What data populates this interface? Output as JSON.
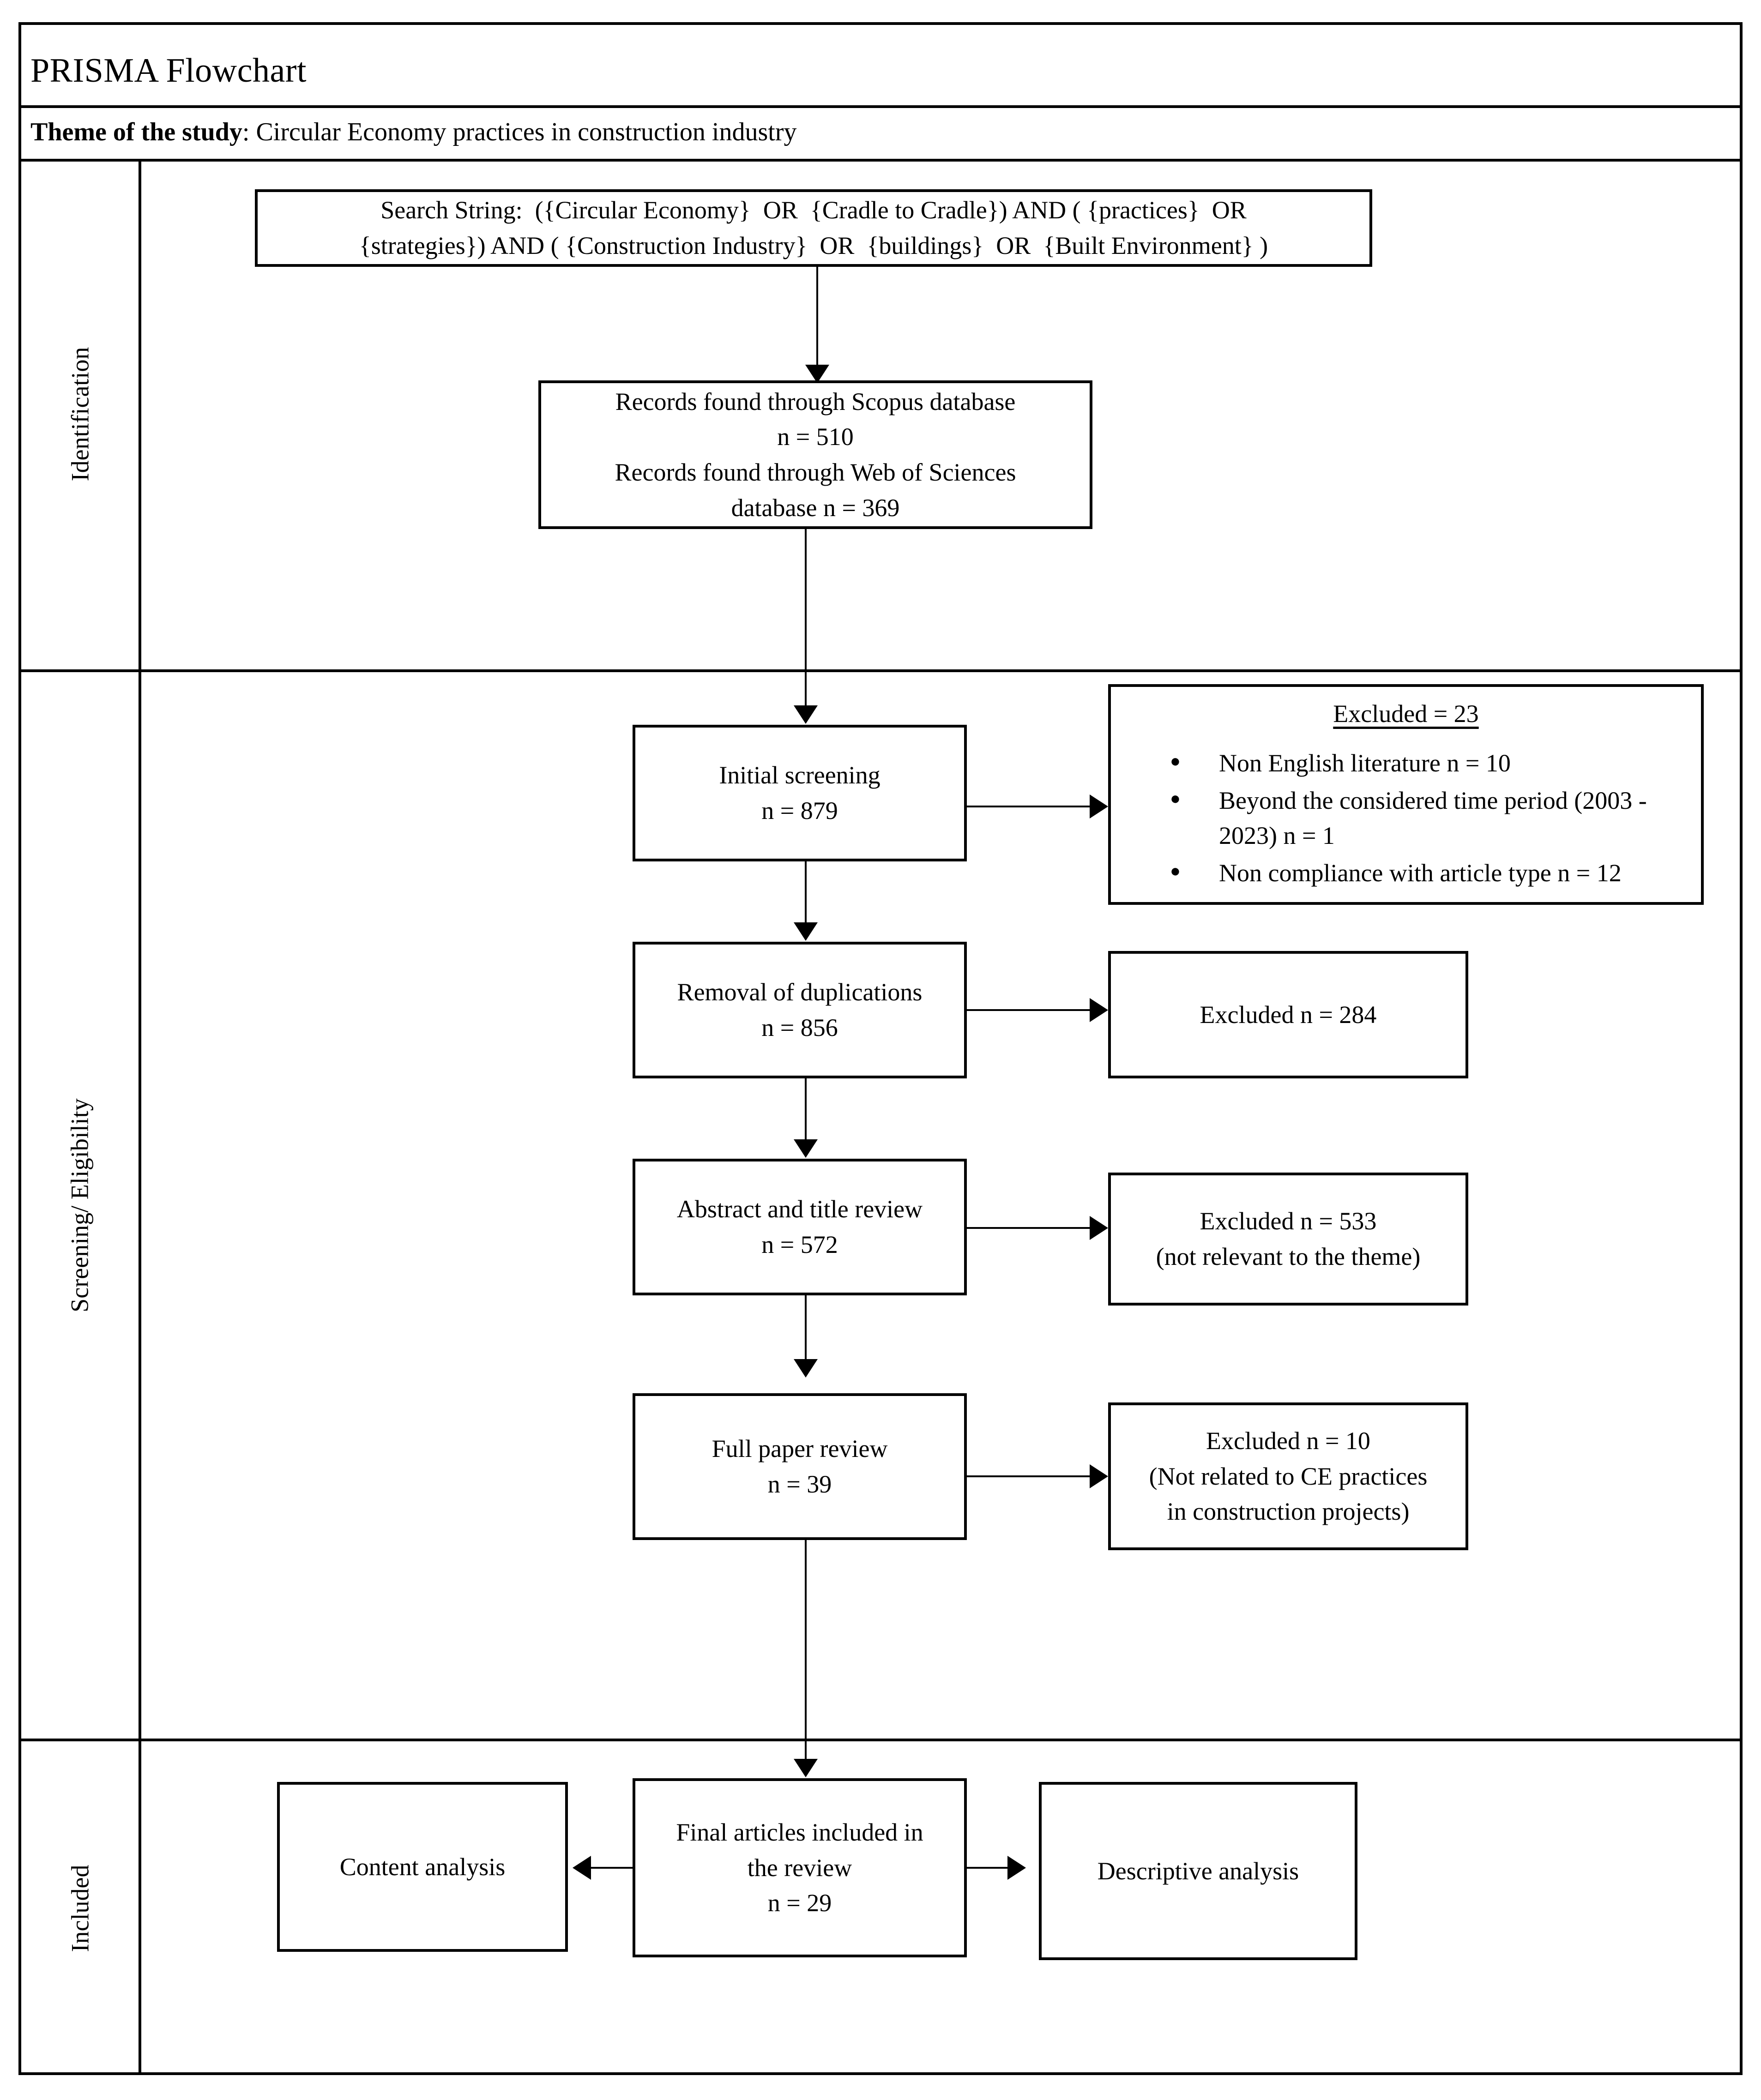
{
  "document": {
    "title": "PRISMA Flowchart",
    "theme_label": "Theme of the study",
    "theme_separator": ": ",
    "theme_value": "Circular Economy practices in construction industry"
  },
  "stages": [
    {
      "id": "identification",
      "label": "Identification"
    },
    {
      "id": "screening-eligibility",
      "label": "Screening/ Eligibility"
    },
    {
      "id": "included",
      "label": "Included"
    }
  ],
  "identification": {
    "search_string": {
      "line1": "Search String:  ({Circular Economy}  OR  {Cradle to Cradle}) AND ( {practices}  OR",
      "line2": "{strategies}) AND ( {Construction Industry}  OR  {buildings}  OR  {Built Environment} )"
    },
    "records": {
      "line1": "Records found through Scopus database",
      "line2": "n = 510",
      "line3": "Records found through Web of Sciences",
      "line4": "database n = 369"
    }
  },
  "screening": {
    "initial_screening": {
      "line1": "Initial screening",
      "line2": "n = 879"
    },
    "initial_screening_excluded": {
      "heading": "Excluded = 23",
      "items": [
        "Non English literature n = 10",
        "Beyond the considered time period (2003 - 2023) n = 1",
        "Non compliance with article type  n = 12"
      ]
    },
    "duplications": {
      "line1": "Removal of duplications",
      "line2": "n = 856"
    },
    "duplications_excluded": {
      "line1": "Excluded n = 284"
    },
    "abstract_title_review": {
      "line1": "Abstract and title review",
      "line2": "n = 572"
    },
    "abstract_title_excluded": {
      "line1": "Excluded n = 533",
      "line2": "(not relevant to the theme)"
    },
    "full_paper_review": {
      "line1": "Full paper review",
      "line2": "n = 39"
    },
    "full_paper_excluded": {
      "line1": "Excluded n = 10",
      "line2": "(Not related to CE practices",
      "line3": "in construction projects)"
    }
  },
  "included": {
    "final_articles": {
      "line1": "Final articles included in",
      "line2": "the review",
      "line3": "n = 29"
    },
    "content_analysis": {
      "line1": "Content analysis"
    },
    "descriptive_analysis": {
      "line1": "Descriptive analysis"
    }
  },
  "colors": {
    "stroke": "#000000",
    "background": "#ffffff"
  }
}
